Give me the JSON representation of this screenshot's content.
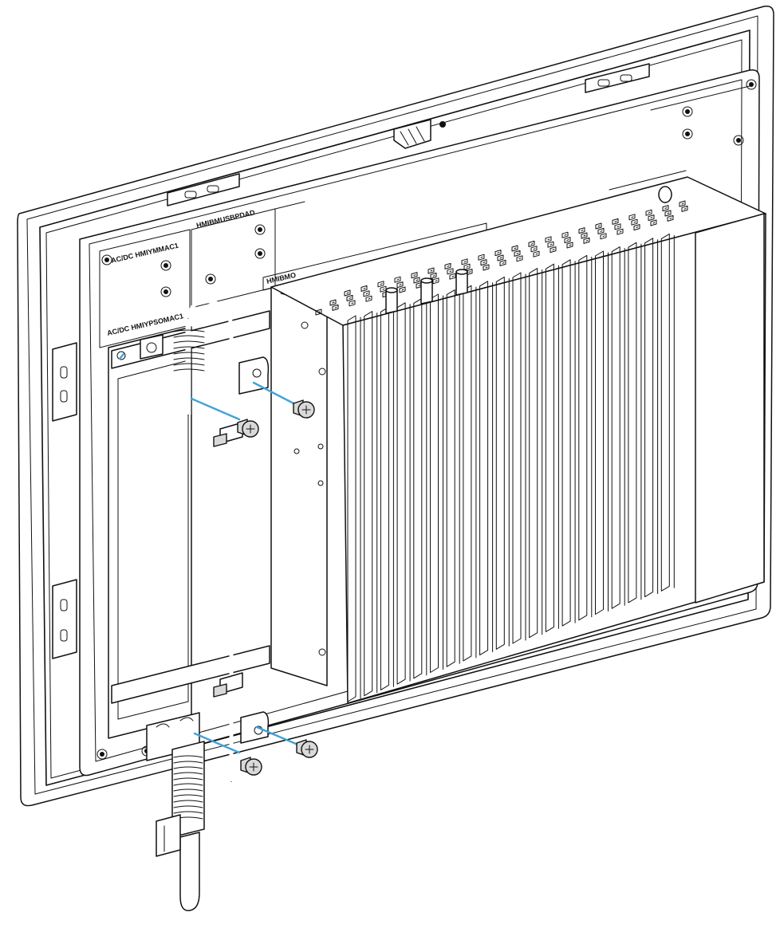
{
  "labels": {
    "module_a": "AC/DC HMIYMMAC1",
    "module_b": "HMIBMUSBPDAD",
    "module_c": "HMIBMO",
    "module_d": "AC/DC HMIYPSOMAC1"
  },
  "colors": {
    "line": "#111111",
    "fill": "#ffffff",
    "shade": "#d9d9d9",
    "screw_path": "#3fa3d9"
  },
  "icons": {
    "screw": "phillips-screw-icon",
    "hole": "mounting-hole-icon",
    "slot": "clip-slot-icon"
  }
}
